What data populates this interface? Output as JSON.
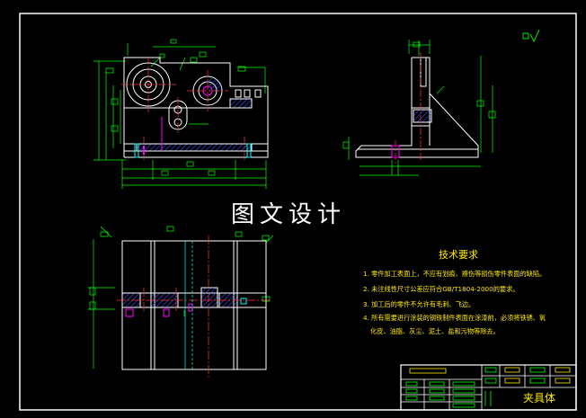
{
  "watermark": "图文设计",
  "tech_requirements": {
    "title": "技术要求",
    "notes": [
      "1. 零件加工表面上，不应有划痕、擦伤等损伤零件表面的缺陷。",
      "2. 未注线性尺寸公差应符合GB/T1804-2000的要求。",
      "3. 加工后的零件不允许有毛刺、飞边。",
      "4. 所有需要进行涂装的钢铁制件表面在涂漆前，必须将铁锈、氧",
      "化皮、油脂、灰尘、泥土、盐和污物等除去。"
    ]
  },
  "title_block": {
    "part_name": "夹具体"
  },
  "colors": {
    "background": "#000000",
    "outline": "#ffffff",
    "dimension": "#00ff00",
    "hatch": "#3355ff",
    "centerline": "#ff3333",
    "text": "#ffe900",
    "magenta": "#ff00ff",
    "cyan": "#00ffff"
  },
  "icons": {
    "surface_finish": "roughness-symbol-icon"
  }
}
